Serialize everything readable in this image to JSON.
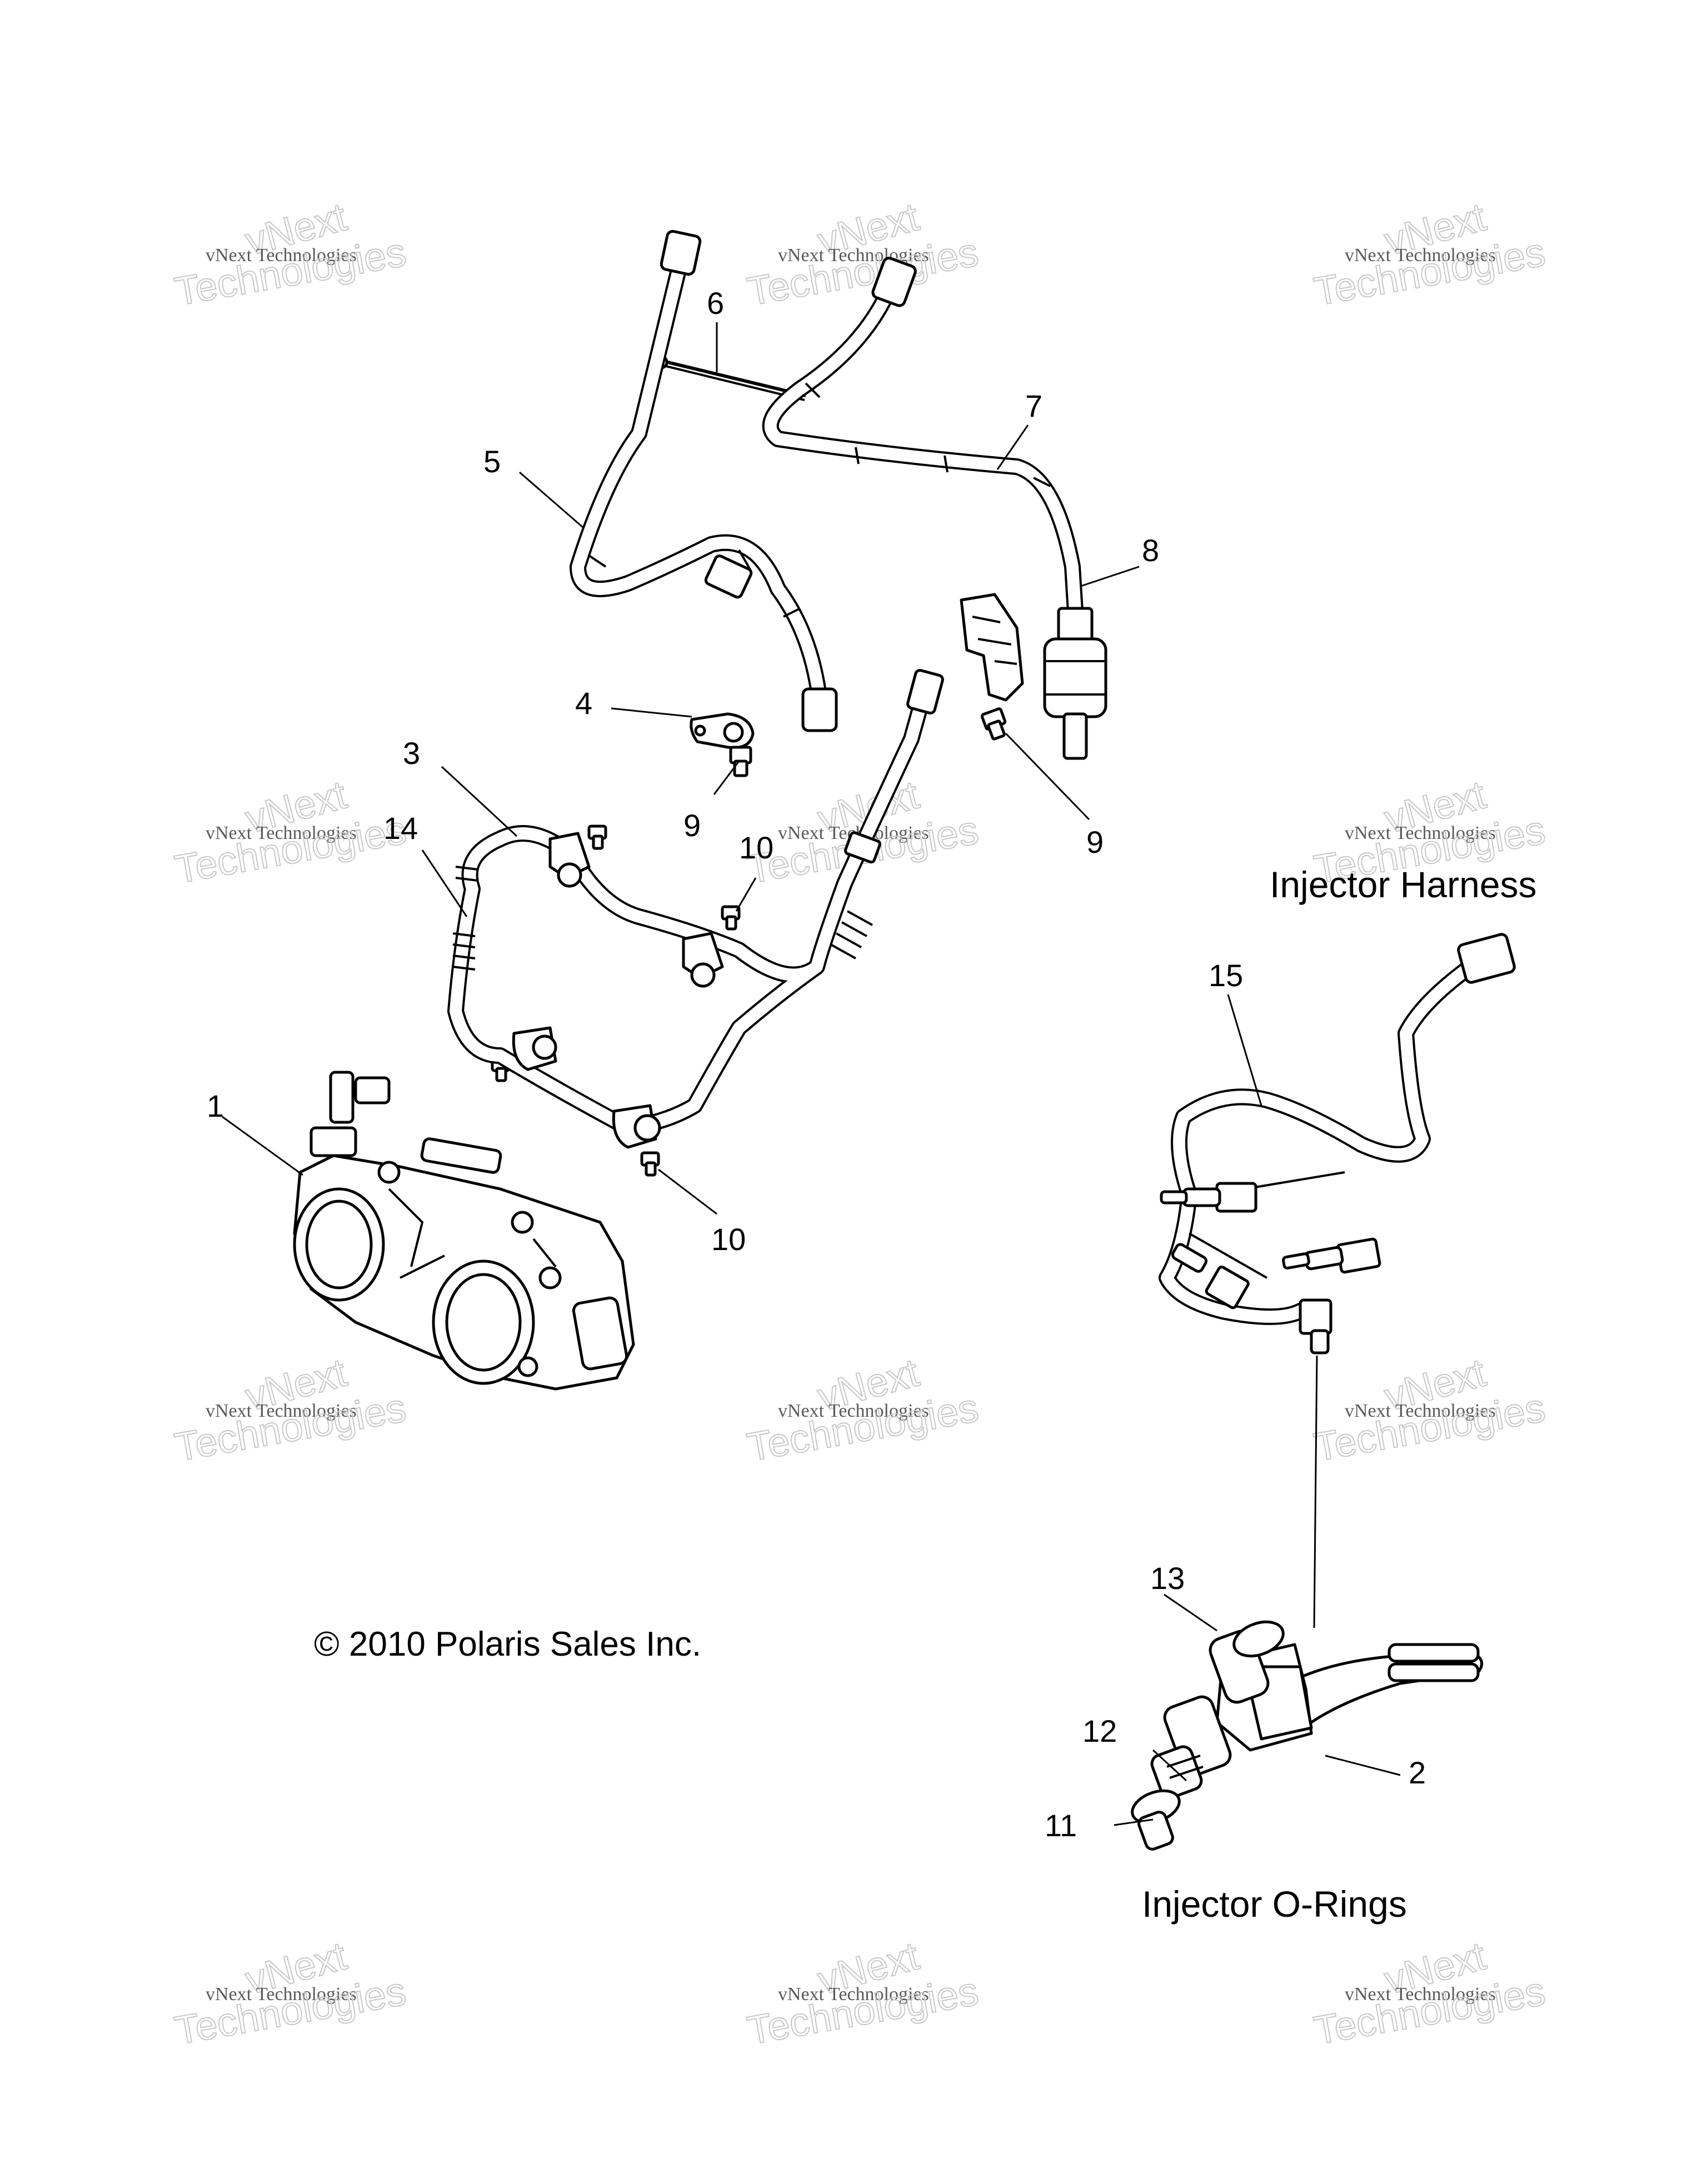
{
  "callouts": {
    "c1": "1",
    "c2": "2",
    "c3": "3",
    "c4": "4",
    "c5": "5",
    "c6": "6",
    "c7": "7",
    "c8": "8",
    "c9a": "9",
    "c9b": "9",
    "c10a": "10",
    "c10b": "10",
    "c11": "11",
    "c12": "12",
    "c13": "13",
    "c14": "14",
    "c15": "15"
  },
  "sections": {
    "injector_harness": "Injector Harness",
    "injector_orings": "Injector O-Rings"
  },
  "copyright": "© 2010 Polaris Sales Inc.",
  "watermark": {
    "line1": "vNext",
    "line2": "vNext Technologies",
    "line3": "Technologies"
  }
}
